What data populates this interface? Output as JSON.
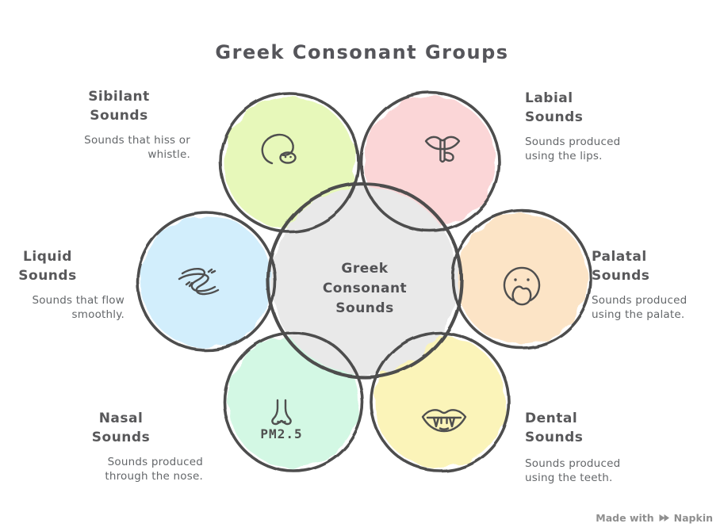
{
  "title": "Greek Consonant Groups",
  "center": {
    "label": "Greek Consonant Sounds",
    "fill": "#e9e9e9"
  },
  "groups": [
    {
      "id": "sibilant",
      "name": "Sibilant Sounds",
      "description": "Sounds that hiss or whistle.",
      "fill": "#e7f8ba",
      "icon": "snake-icon"
    },
    {
      "id": "labial",
      "name": "Labial Sounds",
      "description": "Sounds produced using the lips.",
      "fill": "#fbd6d7",
      "icon": "shush-finger-lips-icon"
    },
    {
      "id": "palatal",
      "name": "Palatal Sounds",
      "description": "Sounds produced using the palate.",
      "fill": "#fce4c6",
      "icon": "open-mouth-face-icon"
    },
    {
      "id": "dental",
      "name": "Dental Sounds",
      "description": "Sounds produced using the teeth.",
      "fill": "#fbf4b9",
      "icon": "fanged-mouth-icon"
    },
    {
      "id": "nasal",
      "name": "Nasal Sounds",
      "description": "Sounds produced through the nose.",
      "fill": "#d3f8e4",
      "icon": "nose-icon",
      "icon_label": "PM2.5"
    },
    {
      "id": "liquid",
      "name": "Liquid Sounds",
      "description": "Sounds that flow smoothly.",
      "fill": "#d2eefc",
      "icon": "winding-river-icon"
    }
  ],
  "watermark": {
    "prefix": "Made with",
    "brand": "Napkin"
  },
  "colors": {
    "outline": "#4d4d4d",
    "icon_stroke": "#4f4f4f",
    "title_text": "#55555a",
    "heading_text": "#58585a",
    "body_text": "#64676a",
    "watermark_text": "#8f8f8f",
    "background": "#ffffff"
  }
}
